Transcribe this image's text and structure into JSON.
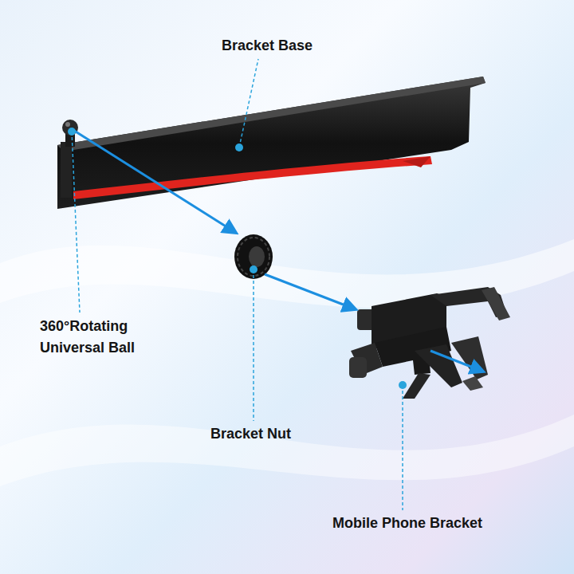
{
  "diagram": {
    "labels": [
      "Bracket Base",
      "360°Rotating Universal Ball",
      "Bracket Nut",
      "Mobile Phone Bracket"
    ]
  }
}
